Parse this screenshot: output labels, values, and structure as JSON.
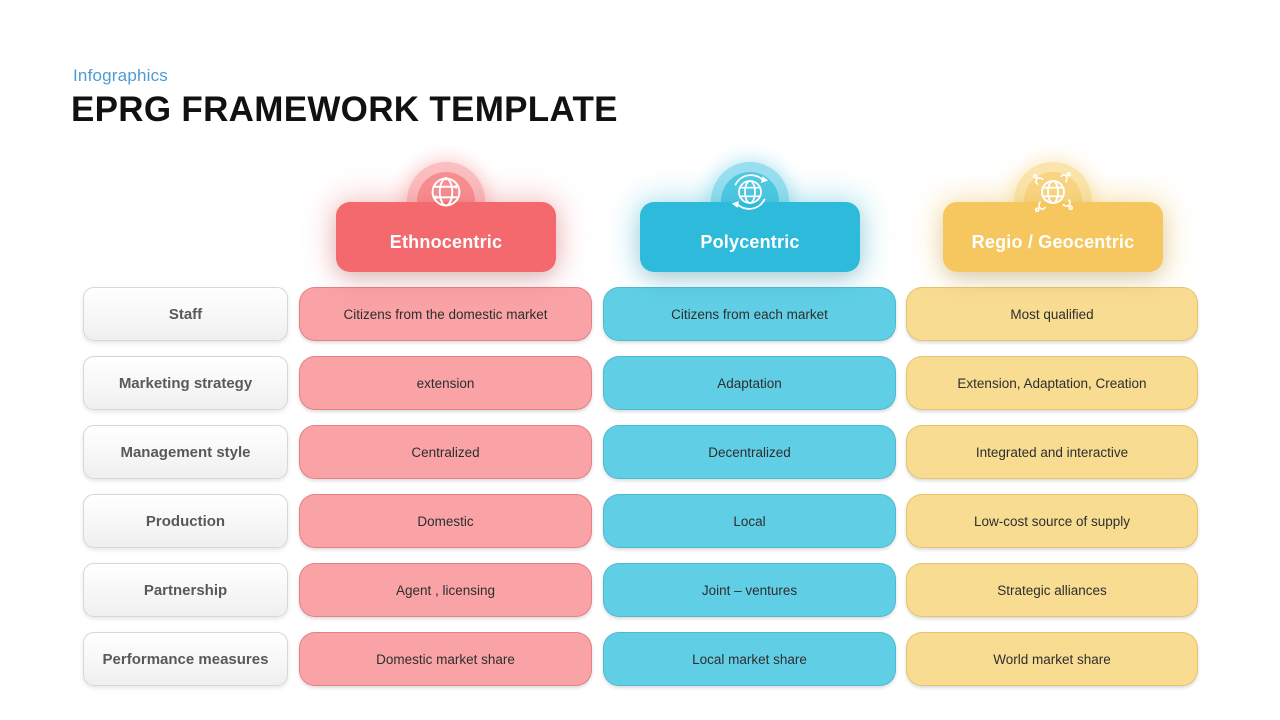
{
  "page": {
    "eyebrow": "Infographics",
    "title": "EPRG FRAMEWORK TEMPLATE"
  },
  "colors": {
    "eyebrow": "#4b9cd5",
    "title": "#111111",
    "label_text": "#595959",
    "cell_text": "#2e2e2e",
    "eth_header": "#f4696d",
    "eth_ring": "#fabfc1",
    "eth_inner": "#f79093",
    "eth_cell": "#f9a3a6",
    "poly_header": "#2ebbdb",
    "poly_ring": "#9adfef",
    "poly_inner": "#52c9e2",
    "poly_cell": "#60cfe6",
    "geo_header": "#f6c75f",
    "geo_ring": "#fae4ae",
    "geo_inner": "#f8d584",
    "geo_cell": "#f8dc92"
  },
  "rows": [
    "Staff",
    "Marketing strategy",
    "Management style",
    "Production",
    "Partnership",
    "Performance measures"
  ],
  "columns": [
    {
      "title": "Ethnocentric",
      "icon": "globe-grid-icon",
      "cells": [
        "Citizens from the domestic market",
        "extension",
        "Centralized",
        "Domestic",
        "Agent , licensing",
        "Domestic market share"
      ]
    },
    {
      "title": "Polycentric",
      "icon": "globe-sync-icon",
      "cells": [
        "Citizens from each market",
        "Adaptation",
        "Decentralized",
        "Local",
        "Joint – ventures",
        "Local market share"
      ]
    },
    {
      "title": "Regio / Geocentric",
      "icon": "globe-network-icon",
      "cells": [
        "Most qualified",
        "Extension, Adaptation, Creation",
        "Integrated and interactive",
        "Low-cost source of supply",
        "Strategic alliances",
        "World market share"
      ]
    }
  ]
}
